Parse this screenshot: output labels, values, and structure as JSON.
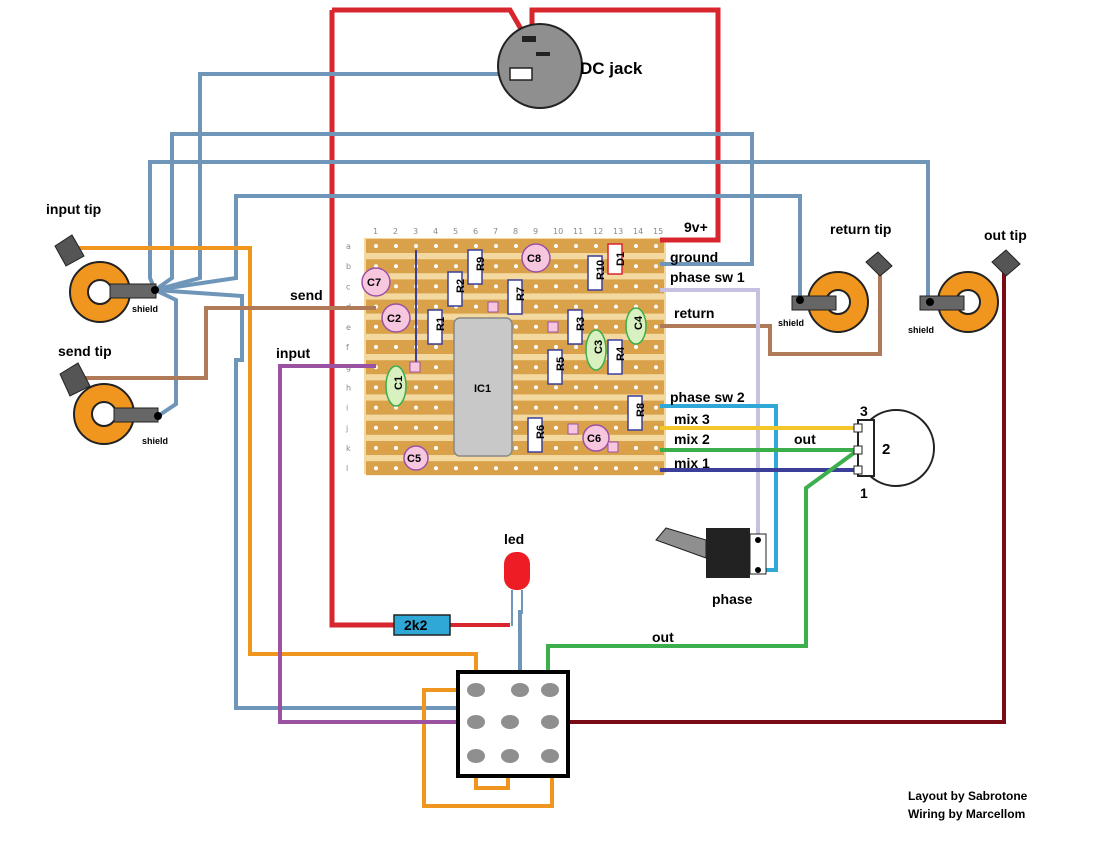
{
  "labels": {
    "dc_jack": "DC jack",
    "input_tip": "input tip",
    "send_tip": "send tip",
    "return_tip": "return tip",
    "out_tip": "out tip",
    "shield": "shield",
    "send": "send",
    "input": "input",
    "nine_v": "9v+",
    "ground": "ground",
    "phase_sw1": "phase sw 1",
    "return": "return",
    "phase_sw2": "phase sw 2",
    "mix3": "mix 3",
    "mix2": "mix 2",
    "mix1": "mix 1",
    "out_pot": "out",
    "out_sw": "out",
    "pot_pin3": "3",
    "pot_pin2": "2",
    "pot_pin1": "1",
    "led": "led",
    "phase": "phase",
    "resistor_2k2": "2k2",
    "credit_layout": "Layout by Sabrotone",
    "credit_wiring": "Wiring by Marcellom"
  },
  "board": {
    "columns": [
      "1",
      "2",
      "3",
      "4",
      "5",
      "6",
      "7",
      "8",
      "9",
      "10",
      "11",
      "12",
      "13",
      "14",
      "15"
    ],
    "rows": [
      "a",
      "b",
      "c",
      "d",
      "e",
      "f",
      "g",
      "h",
      "i",
      "j",
      "k",
      "l"
    ]
  },
  "components": {
    "resistors": [
      "R1",
      "R2",
      "R3",
      "R4",
      "R5",
      "R6",
      "R7",
      "R8",
      "R9",
      "R10"
    ],
    "capacitors": [
      "C1",
      "C2",
      "C3",
      "C4",
      "C5",
      "C6",
      "C7",
      "C8"
    ],
    "ic": "IC1",
    "diode": "D1"
  },
  "colors": {
    "red": "#d8262f",
    "blue_gray": "#6f96b8",
    "orange": "#f0961e",
    "brown": "#b07a58",
    "purple": "#9b52a3",
    "cyan": "#2fa8d8",
    "yellow": "#f3c729",
    "green": "#3cae4b",
    "navy": "#3b3f9a",
    "dark_red": "#7a0a16",
    "lavender": "#c8c0e0",
    "strip": "#d9a24a"
  }
}
